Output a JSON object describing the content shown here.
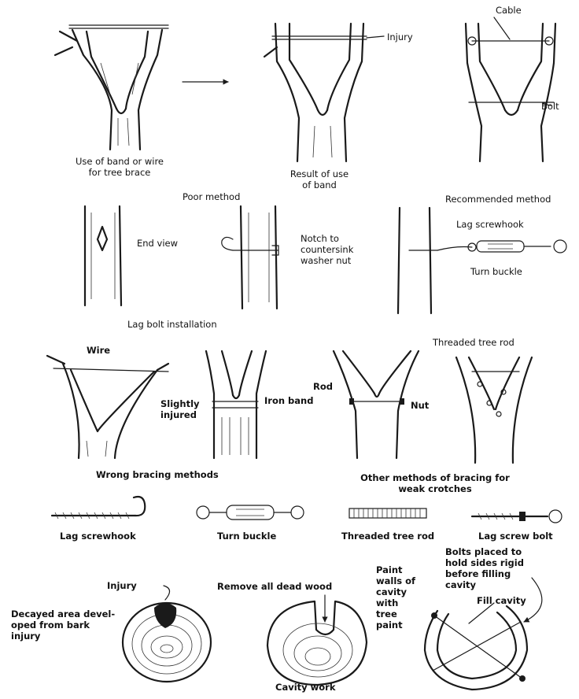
{
  "sections": {
    "band": {
      "caption_band_use": "Use of band or wire\nfor tree brace",
      "caption_band_result": "Result of use\nof band",
      "label_injury": "Injury",
      "label_cable": "Cable",
      "label_bolt": "Bolt"
    },
    "lag_bolt": {
      "title_poor": "Poor method",
      "title_recommended": "Recommended method",
      "label_end_view": "End view",
      "label_notch": "Notch to\ncountersink\nwasher nut",
      "label_lag_screwhook": "Lag screwhook",
      "label_turn_buckle": "Turn buckle",
      "caption": "Lag bolt installation"
    },
    "bracing": {
      "label_wire": "Wire",
      "label_slightly_injured": "Slightly\ninjured",
      "label_iron_band": "Iron band",
      "label_rod": "Rod",
      "label_nut": "Nut",
      "label_threaded_tree_rod": "Threaded tree rod",
      "caption_wrong": "Wrong bracing methods",
      "caption_other": "Other methods of bracing for\nweak crotches"
    },
    "hardware": {
      "items": [
        "Lag screwhook",
        "Turn buckle",
        "Threaded tree rod",
        "Lag screw bolt"
      ]
    },
    "cavity": {
      "label_injury": "Injury",
      "label_decayed": "Decayed area devel-\noped from bark\ninjury",
      "label_remove": "Remove all dead wood",
      "label_paint": "Paint\nwalls of\ncavity\nwith\ntree\npaint",
      "label_bolts": "Bolts placed to\nhold sides rigid\nbefore filling\ncavity",
      "label_fill": "Fill cavity",
      "caption": "Cavity work"
    }
  },
  "colors": {
    "ink": "#1a1a1a",
    "paper": "#ffffff"
  }
}
